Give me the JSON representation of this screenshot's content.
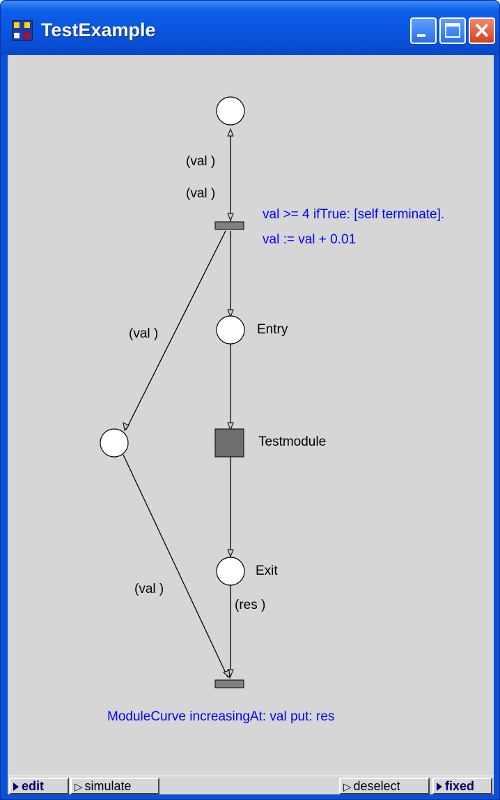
{
  "window": {
    "title": "TestExample"
  },
  "diagram": {
    "arc_labels": {
      "top_upper": "(val )",
      "top_lower": "(val )",
      "left_branch": "(val )",
      "left_lower": "(val )",
      "exit_out": "(res )"
    },
    "place_labels": {
      "entry": "Entry",
      "exit": "Exit"
    },
    "module_label": "Testmodule",
    "transition1_code": [
      "val >= 4 ifTrue: [self terminate].",
      "val := val + 0.01"
    ],
    "transition2_code": "ModuleCurve increasingAt: val put: res"
  },
  "toolbar": {
    "edit": "edit",
    "simulate": "simulate",
    "deselect": "deselect",
    "fixed": "fixed"
  },
  "colors": {
    "code_text": "#0000ff",
    "canvas": "#d6d6d6",
    "titlebar": "#0a55de",
    "transition": "#808080"
  }
}
